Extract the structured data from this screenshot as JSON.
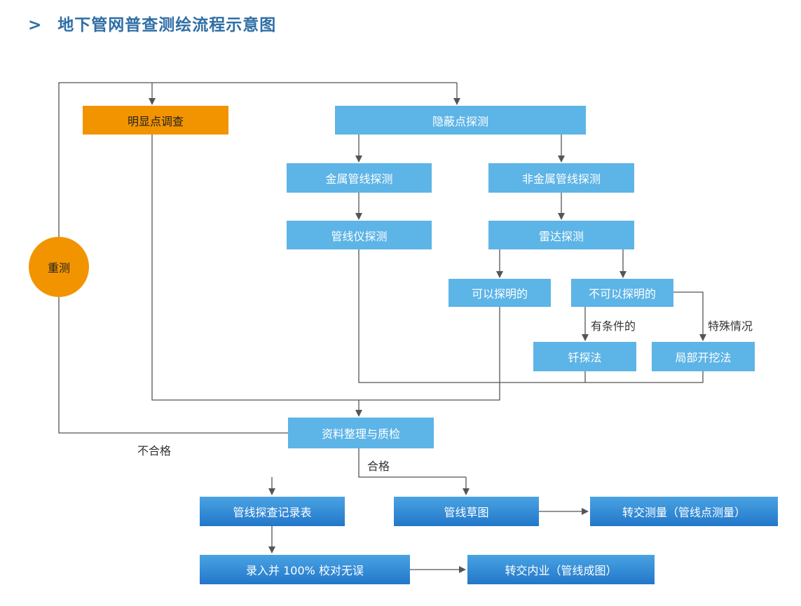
{
  "title": "地下管网普查测绘流程示意图",
  "title_icon": "chevron-right-icon",
  "colors": {
    "title": "#2f6ea5",
    "box_blue": "#5db4e6",
    "box_orange": "#f29400",
    "box_dark": "#2277c9",
    "line": "#555555"
  },
  "nodes": {
    "visible_point_survey": "明显点调查",
    "hidden_point_detection": "隐蔽点探测",
    "metal_pipe_detection": "金属管线探测",
    "nonmetal_pipe_detection": "非金属管线探测",
    "pipe_locator_detection": "管线仪探测",
    "radar_detection": "雷达探测",
    "detectable": "可以探明的",
    "undetectable": "不可以探明的",
    "probe_method": "钎探法",
    "local_excavation": "局部开挖法",
    "data_qc": "资料整理与质检",
    "remeasure": "重测",
    "survey_record_table": "管线探查记录表",
    "pipe_sketch": "管线草图",
    "transfer_survey": "转交测量（管线点测量）",
    "entry_check": "录入并 100% 校对无误",
    "transfer_office": "转交内业（管线成图）"
  },
  "edge_labels": {
    "conditional": "有条件的",
    "special_case": "特殊情况",
    "unqualified": "不合格",
    "qualified": "合格"
  }
}
